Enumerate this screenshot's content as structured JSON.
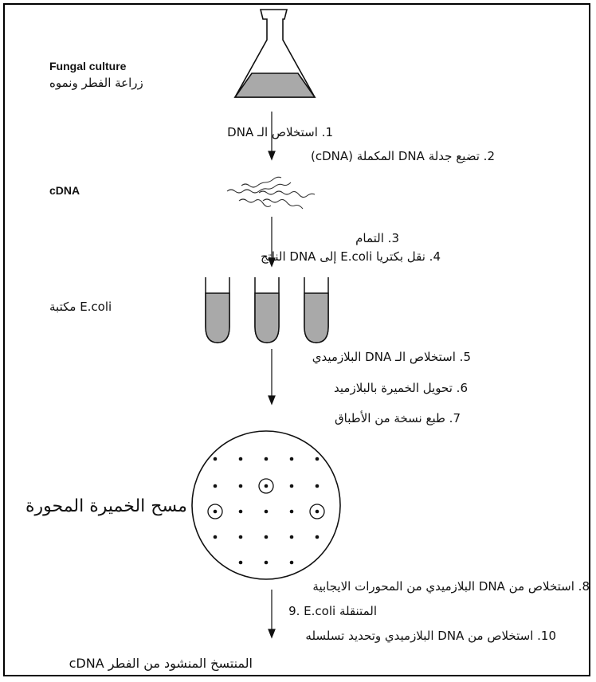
{
  "labels": {
    "fungal_en": "Fungal culture",
    "fungal_ar": "زراعة الفطر ونموه",
    "cdna": "cDNA",
    "ecoli_lib": "مكتبة E.coli",
    "yeast_screen": "مسح الخميرة المحورة",
    "final": "cDNA المنتسخ المنشود من الفطر"
  },
  "steps": {
    "s1": "1. استخلاص الـ DNA",
    "s2": "2. تضيع جدلة DNA المكملة (cDNA)",
    "s3": "3. التمام",
    "s4": "4. نقل بكتريا E.coli إلى DNA الناتج",
    "s5": "5. استخلاص الـ DNA البلازميدي",
    "s6": "6. تحويل الخميرة بالبلازميد",
    "s7": "7. طبع نسخة من الأطباق",
    "s8": "8. استخلاص من DNA البلازميدي من المحورات الايجابية",
    "s9": "9. E.coli المتنقلة",
    "s10": "10. استخلاص من DNA البلازميدي وتحديد تسلسله"
  },
  "colors": {
    "liquid": "#a9a9a9",
    "outline": "#111111"
  }
}
